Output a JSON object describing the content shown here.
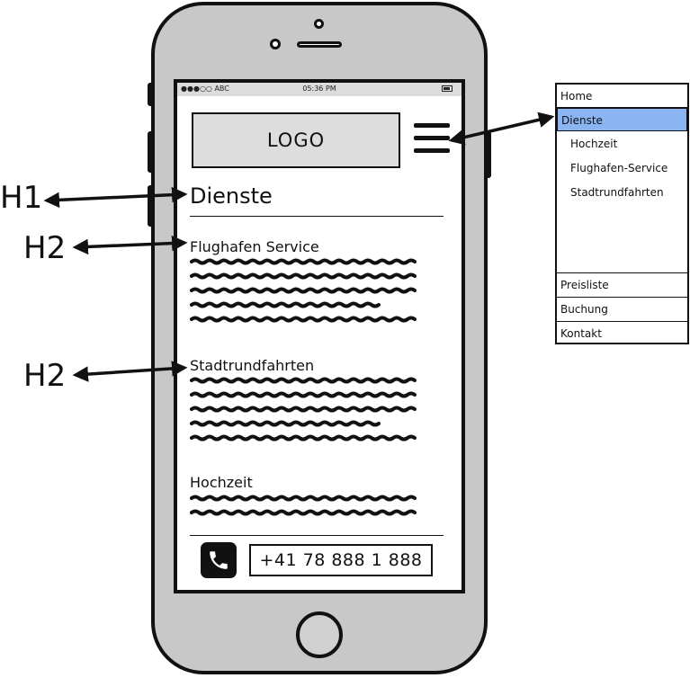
{
  "annotations": {
    "h1_label": "H1",
    "h2_label_1": "H2",
    "h2_label_2": "H2"
  },
  "phone": {
    "status": {
      "carrier": "●●●○○ ABC",
      "time": "05:36 PM",
      "battery_icon": "battery-icon"
    },
    "logo": "LOGO",
    "menu_icon": "hamburger-menu-icon",
    "page_title": "Dienste",
    "sections": [
      {
        "heading": "Flughafen Service"
      },
      {
        "heading": "Stadtrundfahrten"
      },
      {
        "heading": "Hochzeit"
      }
    ],
    "footer": {
      "phone_icon": "phone-icon",
      "phone_number": "+41 78 888 1 888"
    }
  },
  "nav_menu": {
    "items": [
      {
        "label": "Home"
      },
      {
        "label": "Dienste",
        "active": true
      },
      {
        "label": "Hochzeit",
        "sub": true
      },
      {
        "label": "Flughafen-Service",
        "sub": true
      },
      {
        "label": "Stadtrundfahrten",
        "sub": true
      },
      {
        "label": "Preisliste"
      },
      {
        "label": "Buchung"
      },
      {
        "label": "Kontakt"
      }
    ],
    "active_color": "#8ab4f2"
  }
}
